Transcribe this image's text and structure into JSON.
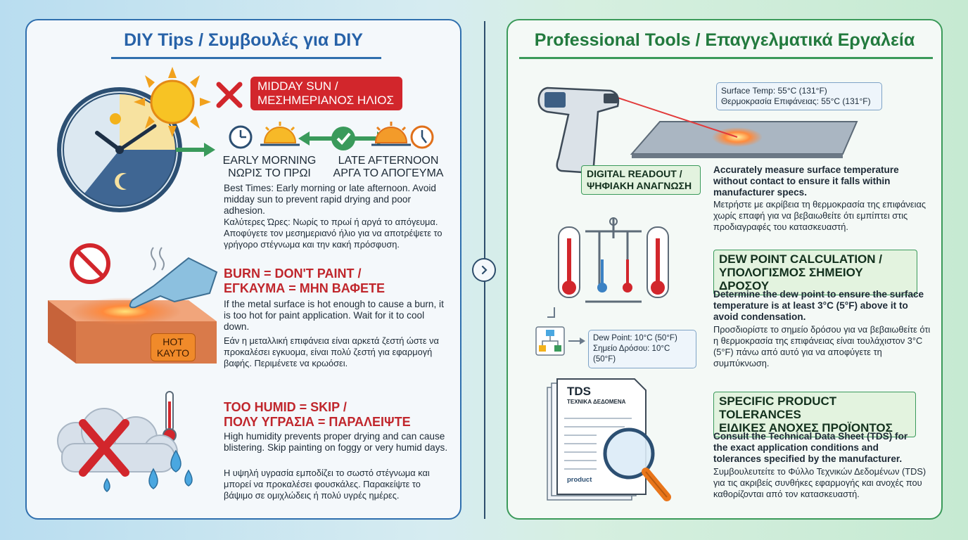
{
  "left": {
    "title": "DIY Tips / Συμβουλές για DIY",
    "midday_label": "MIDDAY SUN /\nΜΕΣΗΜΕΡΙΑΝΟΣ ΗΛΙΟΣ",
    "early_morning": "EARLY MORNING\nΝΩΡΙΣ ΤΟ ΠΡΩΙ",
    "late_afternoon": "LATE AFTERNOON\nΑΡΓΑ ΤΟ ΑΠΟΓΕΥΜΑ",
    "best_times_en": "Best Times: Early morning or late afternoon. Avoid midday sun to prevent rapid drying and poor adhesion.",
    "best_times_gr": "Καλύτερες Ώρες: Νωρίς το πρωί ή αργά το απόγευμα. Αποφύγετε τον μεσημεριανό ήλιο για να αποτρέψετε το γρήγορο στέγνωμα και την κακή πρόσφυση.",
    "hot_label": "HOT\nΚΑΥΤΟ",
    "burn_heading": "BURN = DON'T PAINT /\nΕΓΚΑΥΜΑ = ΜΗΝ ΒΑΦΕΤΕ",
    "burn_en": "If the metal surface is hot enough to cause a burn, it is too hot for paint application. Wait for it to cool down.",
    "burn_gr": "Εάν η μεταλλική επιφάνεια είναι αρκετά ζεστή ώστε να προκαλέσει εγκυομα, είναι πολύ ζεστή για εφαρμογή βαφής. Περιμένετε να κρωόσει.",
    "humid_heading": "TOO HUMID = SKIP /\nΠΟΛΥ ΥΓΡΑΣΙΑ = ΠΑΡΑΛΕΙΨΤΕ",
    "humid_en": "High humidity prevents proper drying and can cause blistering. Skip painting on foggy or very humid days.",
    "humid_gr": "Η υψηλή υγρασία εμποδίζει το σωστό στέγνωμα και μπορεί να προκαλέσει φουσκάλες. Παρακείψτε το βάψιμο σε ομιχλώδεις ή πολύ υγρές ημέρες."
  },
  "right": {
    "title": "Professional Tools / Επαγγελματικά Εργαλεία",
    "surface_temp": "Surface Temp: 55°C (131°F)\nΘερμοκρασία Επιφάνειας: 55°C (131°F)",
    "digital_readout": "DIGITAL READOUT /\nΨΗΦΙΑΚΗ ΑΝΑΓΝΩΣΗ",
    "measure_en": "Accurately measure surface temperature without contact to ensure it falls within manufacturer specs.",
    "measure_gr": "Μετρήστε με ακρίβεια τη θερμοκρασία της επιφάνειας χωρίς επαφή για να βεβαιωθείτε ότι εμπίπτει στις προδιαγραφές του κατασκευαστή.",
    "dew_point_readout": "Dew Point: 10°C (50°F)\nΣημείο Δρόσου: 10°C (50°F)",
    "dew_heading": "DEW POINT CALCULATION /\nΥΠΟΛΟΓΙΣΜΟΣ ΣΗΜΕΙΟΥ ΔΡΟΣΟΥ",
    "dew_en": "Determine the dew point to ensure the surface temperature is at least 3°C (5°F) above it to avoid condensation.",
    "dew_gr": "Προσδιορίστε το σημείο δρόσου για να βεβαιωθείτε ότι η θερμοκρασία της επιφάνειας είναι τουλάχιστον 3°C (5°F) πάνω από αυτό για να αποφύγετε τη συμπύκνωση.",
    "tds_title": "TDS",
    "tds_subtitle": "ΤΕΧΝΙΚΑ ΔΕΔΟΜΕΝΑ",
    "tds_brand": "product",
    "tds_heading": "SPECIFIC PRODUCT TOLERANCES\nΕΙΔΙΚΕΣ ΑΝΟΧΕΣ ΠΡΟΪΟΝΤΟΣ",
    "tds_en": "Consult the Technical Data Sheet (TDS) for the exact application conditions and tolerances specified by the manufacturer.",
    "tds_gr": "Συμβουλευτείτε το Φύλλο Τεχνικών Δεδομένων (TDS) για τις ακριβείς συνθήκες εφαρμογής και ανοχές που καθορίζονται από τον κατασκευαστή."
  },
  "colors": {
    "blue": "#2762a8",
    "green": "#227a3e",
    "red": "#c0262c",
    "orange": "#e8751a"
  }
}
